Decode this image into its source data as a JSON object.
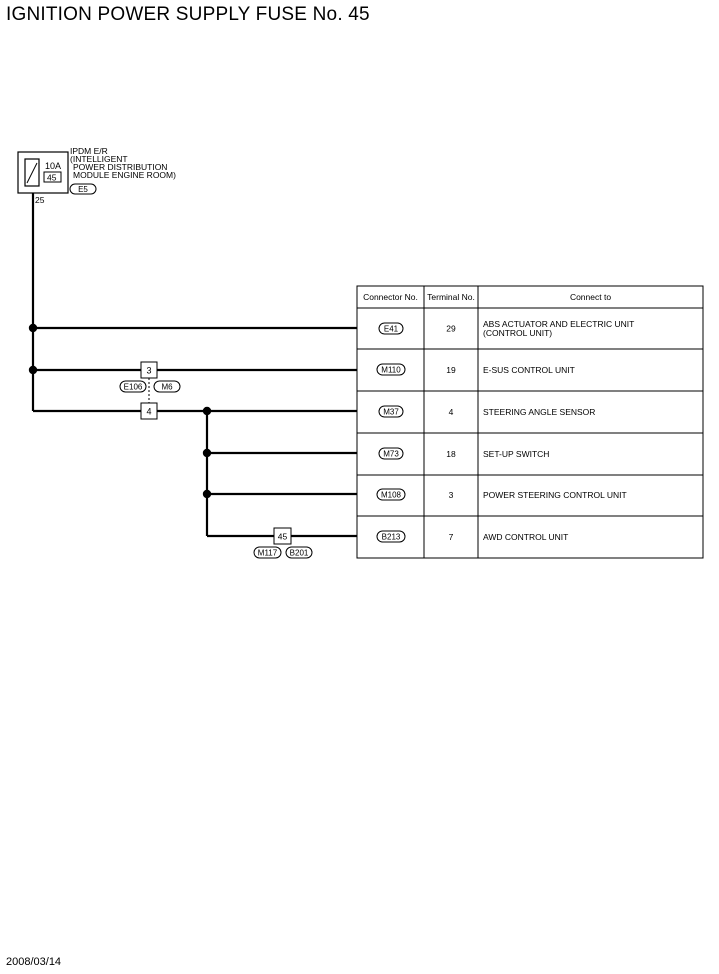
{
  "title": "IGNITION POWER SUPPLY FUSE No. 45",
  "date": "2008/03/14",
  "ipdm": {
    "lines": [
      "IPDM E/R",
      "(INTELLIGENT",
      "POWER DISTRIBUTION",
      "MODULE ENGINE ROOM)"
    ],
    "fuse_rating": "10A",
    "fuse_number": "45",
    "connector": "E5",
    "terminal": "25"
  },
  "joints": [
    {
      "terminal": "3",
      "connectors": [
        "E106",
        "M6"
      ]
    },
    {
      "terminal": "4"
    },
    {
      "terminal": "45",
      "connectors": [
        "M117",
        "B201"
      ]
    }
  ],
  "table": {
    "headers": [
      "Connector No.",
      "Terminal No.",
      "Connect to"
    ],
    "rows": [
      {
        "connector": "E41",
        "terminal": "29",
        "connect_to": [
          "ABS ACTUATOR AND ELECTRIC UNIT",
          "(CONTROL UNIT)"
        ]
      },
      {
        "connector": "M110",
        "terminal": "19",
        "connect_to": [
          "E-SUS CONTROL UNIT"
        ]
      },
      {
        "connector": "M37",
        "terminal": "4",
        "connect_to": [
          "STEERING ANGLE SENSOR"
        ]
      },
      {
        "connector": "M73",
        "terminal": "18",
        "connect_to": [
          "SET-UP SWITCH"
        ]
      },
      {
        "connector": "M108",
        "terminal": "3",
        "connect_to": [
          "POWER STEERING CONTROL UNIT"
        ]
      },
      {
        "connector": "B213",
        "terminal": "7",
        "connect_to": [
          "AWD CONTROL UNIT"
        ]
      }
    ]
  }
}
